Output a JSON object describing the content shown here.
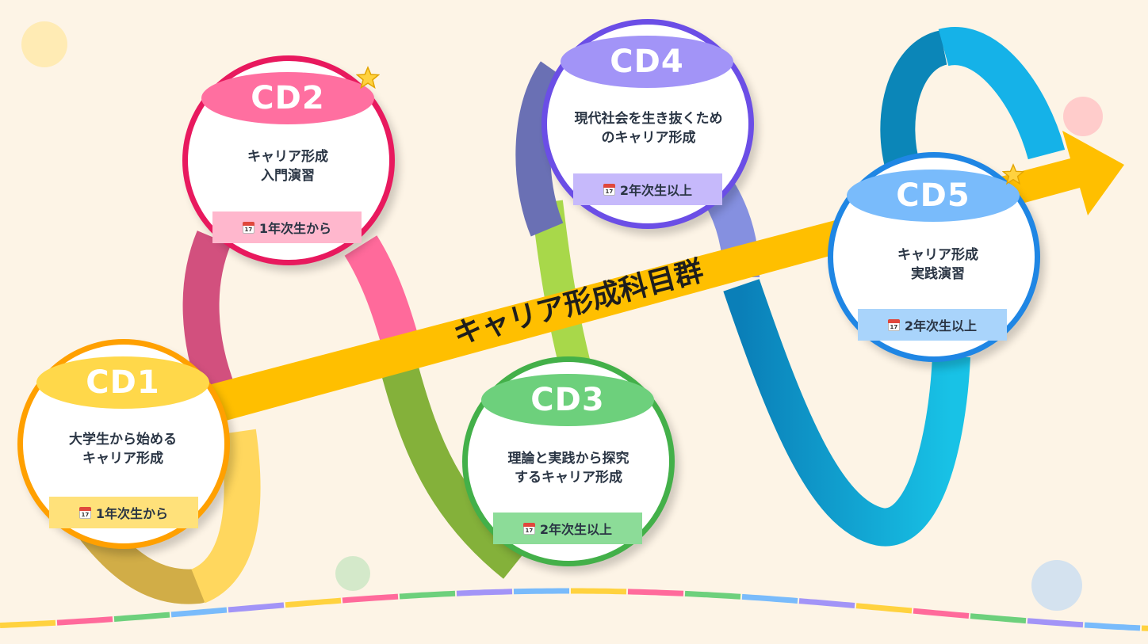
{
  "arrow": {
    "label": "キャリア形成科目群",
    "color": "#ffbf00"
  },
  "courses": [
    {
      "id": "CD1",
      "title": "大学生から始める\nキャリア形成",
      "badge": "1年次生から",
      "color": "#ffa000",
      "pill": "#ffd84a",
      "badge_bg": "#ffe17a"
    },
    {
      "id": "CD2",
      "title": "キャリア形成\n入門演習",
      "badge": "1年次生から",
      "color": "#e8195e",
      "pill": "#ff6fa0",
      "badge_bg": "#ffb7cd"
    },
    {
      "id": "CD3",
      "title": "理論と実践から探究\nするキャリア形成",
      "badge": "2年次生以上",
      "color": "#43b049",
      "pill": "#6dd07c",
      "badge_bg": "#8cdc98"
    },
    {
      "id": "CD4",
      "title": "現代社会を生き抜くため\nのキャリア形成",
      "badge": "2年次生以上",
      "color": "#6b4ee6",
      "pill": "#a294f7",
      "badge_bg": "#c6b9fb"
    },
    {
      "id": "CD5",
      "title": "キャリア形成\n実践演習",
      "badge": "2年次生以上",
      "color": "#1f86e4",
      "pill": "#79bbfb",
      "badge_bg": "#a9d4fb"
    }
  ],
  "calendar_glyph": "17"
}
